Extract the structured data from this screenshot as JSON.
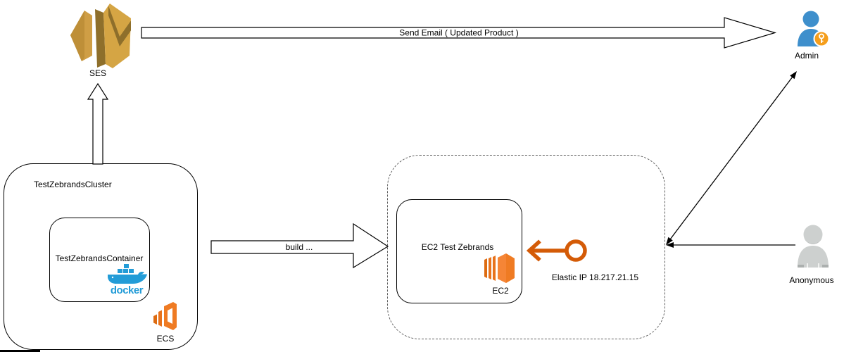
{
  "diagram": {
    "type": "aws-architecture-diagram",
    "nodes": {
      "ses": {
        "label": "SES",
        "icon": "aws-ses-icon"
      },
      "cluster": {
        "label": "TestZebrandsCluster"
      },
      "container": {
        "label": "TestZebrandsContainer",
        "docker_wordmark": "docker",
        "icon": "docker-logo"
      },
      "ecs": {
        "label": "ECS",
        "icon": "aws-ecs-icon"
      },
      "ec2": {
        "label": "EC2 Test Zebrands",
        "icon_label": "EC2",
        "icon": "aws-ec2-icon"
      },
      "elastic_ip": {
        "label": "Elastic IP 18.217.21.15",
        "icon": "elastic-ip-key-arrow-icon"
      },
      "admin": {
        "label": "Admin",
        "icon": "admin-user-icon",
        "badge": "key-badge-icon"
      },
      "anonymous": {
        "label": "Anonymous",
        "icon": "anonymous-user-icon"
      }
    },
    "edges": {
      "send_email": {
        "label": "Send Email ( Updated Product )",
        "from": "SES",
        "to": "Admin",
        "style": "hollow-block-arrow"
      },
      "cluster_to_ses": {
        "label": "",
        "from": "TestZebrandsCluster",
        "to": "SES",
        "style": "hollow-block-arrow"
      },
      "build": {
        "label": "build ...",
        "from": "TestZebrandsCluster",
        "to": "EC2 group",
        "style": "hollow-block-arrow"
      },
      "elastic_ip_pointer": {
        "label": "",
        "from": "Elastic IP",
        "to": "EC2 Test Zebrands",
        "style": "orange-key-arrow"
      },
      "ec2group_admin": {
        "label": "",
        "from": "EC2 group",
        "to": "Admin",
        "style": "double-headed-line-arrow"
      },
      "anonymous_to_ec2group": {
        "label": "",
        "from": "Anonymous",
        "to": "EC2 group",
        "style": "line-arrow"
      }
    },
    "colors": {
      "ses_gold": "#CF9E45",
      "ses_gold_dark": "#8E6F2B",
      "aws_orange": "#E8721B",
      "docker_blue": "#239CD7",
      "admin_blue": "#3E8FCC",
      "key_badge_orange": "#F59E1C",
      "anonymous_gray": "#CDD0CF",
      "elastic_ip_orange": "#D45B07",
      "outline": "#000000",
      "dashed_border": "#5f5f5f"
    }
  }
}
